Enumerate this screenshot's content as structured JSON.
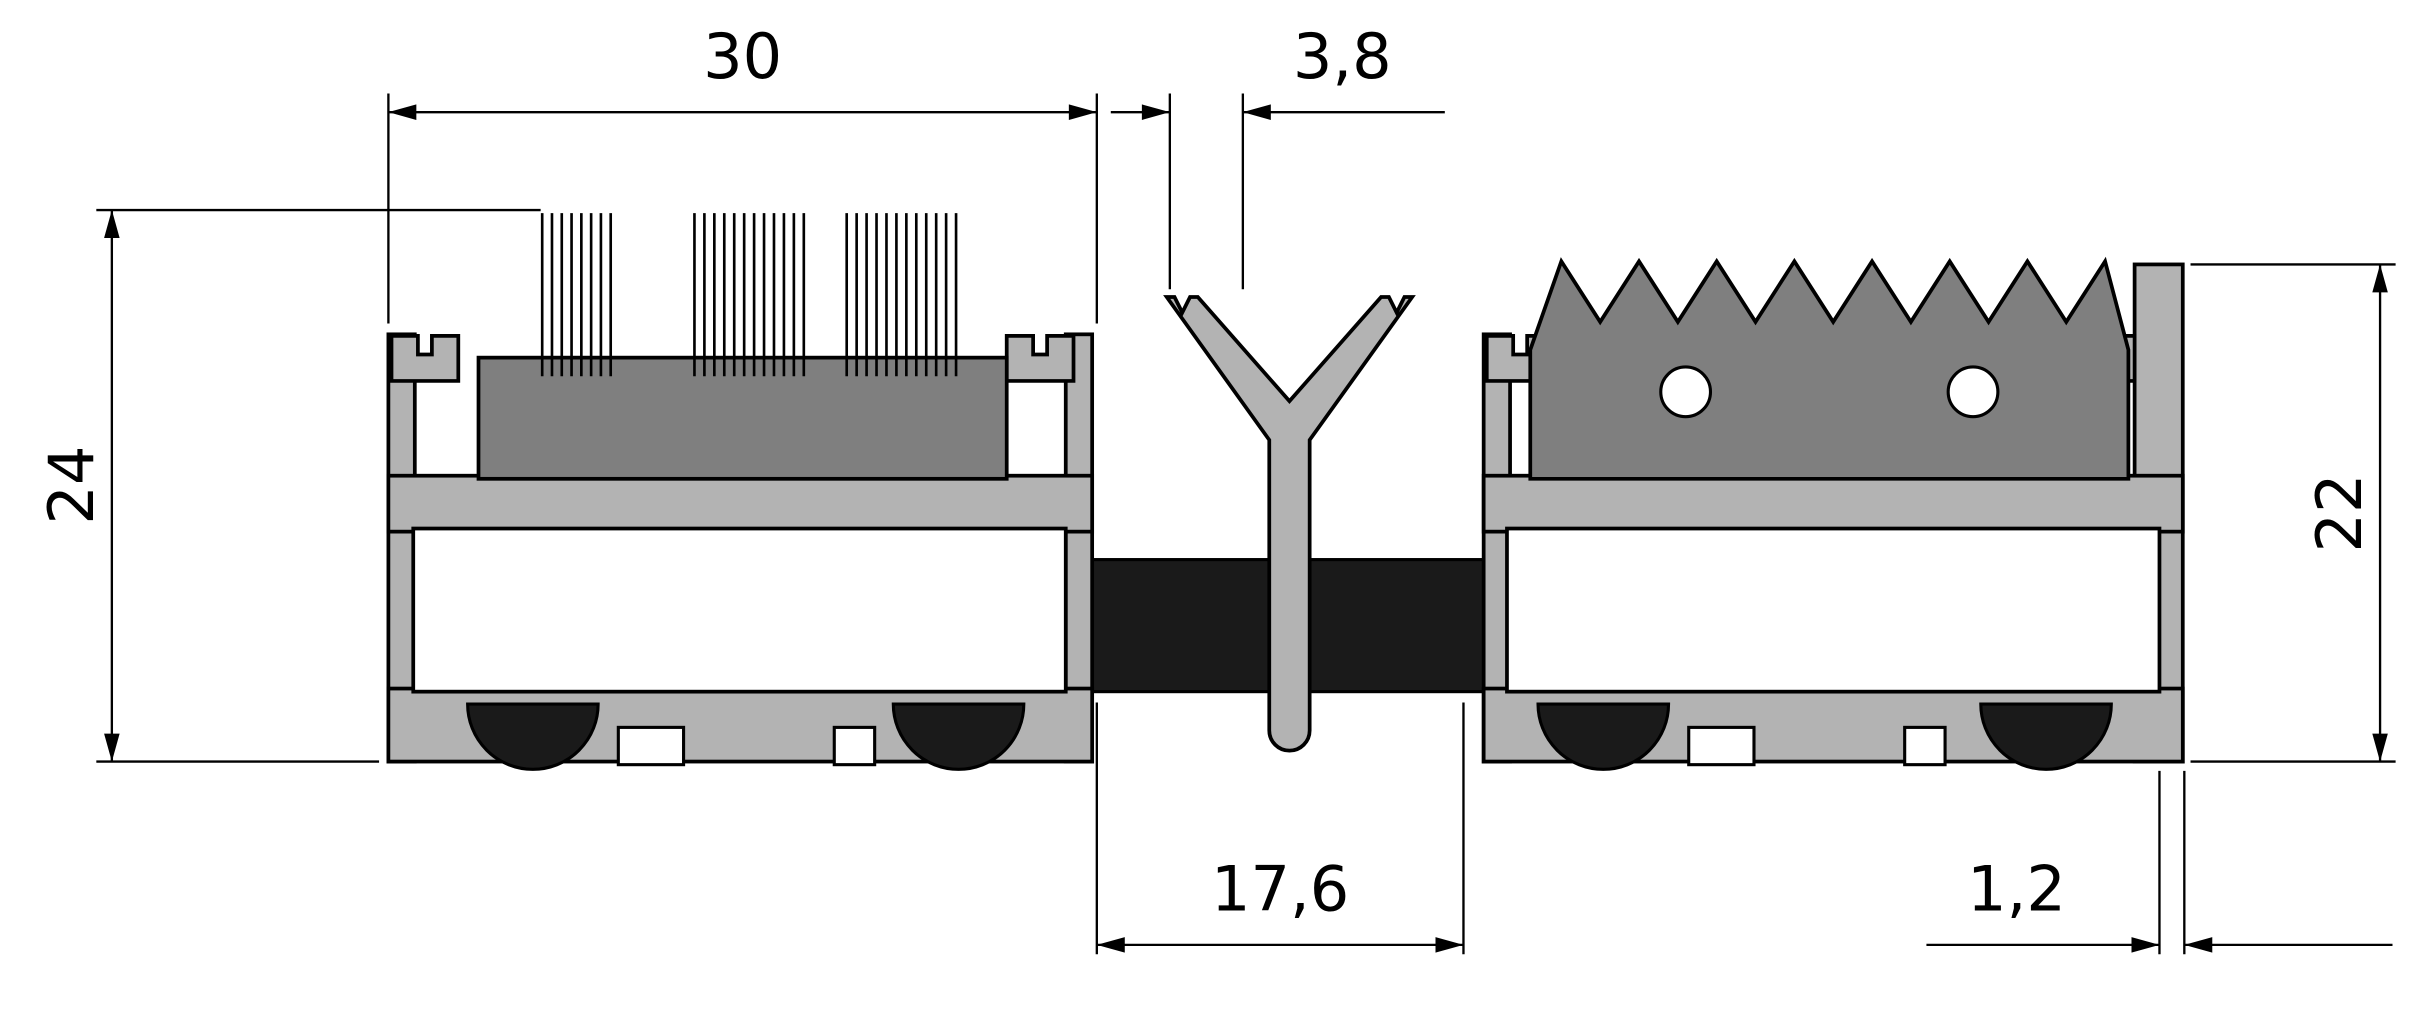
{
  "diagram": {
    "type": "technical-cross-section",
    "dimensions": {
      "left_profile_width": "30",
      "top_gap": "3,8",
      "left_height": "24",
      "right_height": "22",
      "center_gap": "17,6",
      "wall_thickness": "1,2"
    },
    "colors": {
      "aluminum": "#b3b3b3",
      "insert_dark": "#7f7f7f",
      "rubber_black": "#1a1a1a",
      "white": "#ffffff",
      "line": "#000000",
      "background": "#ffffff"
    }
  }
}
